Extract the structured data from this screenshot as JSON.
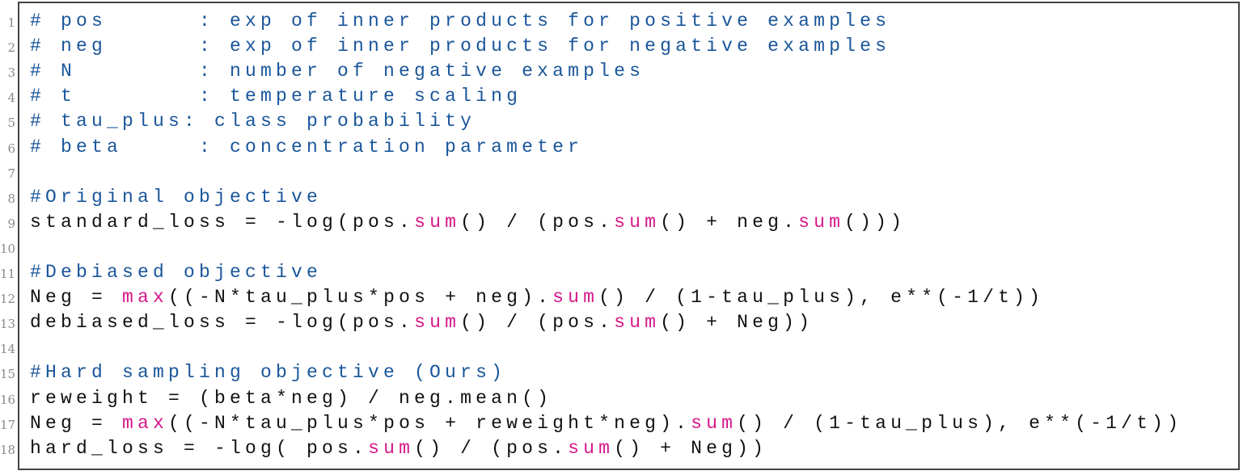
{
  "document": {
    "kind": "code-listing",
    "colors": {
      "comment": "#1a569a",
      "builtin": "#d6188a",
      "text": "#111111",
      "line_number": "#8a8a8a",
      "border": "#444444"
    },
    "lines": [
      {
        "n": "1",
        "tokens": [
          {
            "t": "# pos      : exp of inner products for positive examples",
            "c": "comment"
          }
        ]
      },
      {
        "n": "2",
        "tokens": [
          {
            "t": "# neg      : exp of inner products for negative examples",
            "c": "comment"
          }
        ]
      },
      {
        "n": "3",
        "tokens": [
          {
            "t": "# N        : number of negative examples",
            "c": "comment"
          }
        ]
      },
      {
        "n": "4",
        "tokens": [
          {
            "t": "# t        : temperature scaling",
            "c": "comment"
          }
        ]
      },
      {
        "n": "5",
        "tokens": [
          {
            "t": "# tau_plus: class probability",
            "c": "comment"
          }
        ]
      },
      {
        "n": "6",
        "tokens": [
          {
            "t": "# beta     : concentration parameter",
            "c": "comment"
          }
        ]
      },
      {
        "n": "7",
        "tokens": []
      },
      {
        "n": "8",
        "tokens": [
          {
            "t": "#Original objective",
            "c": "comment"
          }
        ]
      },
      {
        "n": "9",
        "tokens": [
          {
            "t": "standard_loss = -log(pos.",
            "c": "plain"
          },
          {
            "t": "sum",
            "c": "keyword"
          },
          {
            "t": "() / (pos.",
            "c": "plain"
          },
          {
            "t": "sum",
            "c": "keyword"
          },
          {
            "t": "() + neg.",
            "c": "plain"
          },
          {
            "t": "sum",
            "c": "keyword"
          },
          {
            "t": "()))",
            "c": "plain"
          }
        ]
      },
      {
        "n": "10",
        "tokens": []
      },
      {
        "n": "11",
        "tokens": [
          {
            "t": "#Debiased objective",
            "c": "comment"
          }
        ]
      },
      {
        "n": "12",
        "tokens": [
          {
            "t": "Neg = ",
            "c": "plain"
          },
          {
            "t": "max",
            "c": "keyword"
          },
          {
            "t": "((-N*tau_plus*pos + neg).",
            "c": "plain"
          },
          {
            "t": "sum",
            "c": "keyword"
          },
          {
            "t": "() / (1-tau_plus), e**(-1/t))",
            "c": "plain"
          }
        ]
      },
      {
        "n": "13",
        "tokens": [
          {
            "t": "debiased_loss = -log(pos.",
            "c": "plain"
          },
          {
            "t": "sum",
            "c": "keyword"
          },
          {
            "t": "() / (pos.",
            "c": "plain"
          },
          {
            "t": "sum",
            "c": "keyword"
          },
          {
            "t": "() + Neg))",
            "c": "plain"
          }
        ]
      },
      {
        "n": "14",
        "tokens": []
      },
      {
        "n": "15",
        "tokens": [
          {
            "t": "#Hard sampling objective (Ours)",
            "c": "comment"
          }
        ]
      },
      {
        "n": "16",
        "tokens": [
          {
            "t": "reweight = (beta*neg) / neg.mean()",
            "c": "plain"
          }
        ]
      },
      {
        "n": "17",
        "tokens": [
          {
            "t": "Neg = ",
            "c": "plain"
          },
          {
            "t": "max",
            "c": "keyword"
          },
          {
            "t": "((-N*tau_plus*pos + reweight*neg).",
            "c": "plain"
          },
          {
            "t": "sum",
            "c": "keyword"
          },
          {
            "t": "() / (1-tau_plus), e**(-1/t))",
            "c": "plain"
          }
        ]
      },
      {
        "n": "18",
        "tokens": [
          {
            "t": "hard_loss = -log( pos.",
            "c": "plain"
          },
          {
            "t": "sum",
            "c": "keyword"
          },
          {
            "t": "() / (pos.",
            "c": "plain"
          },
          {
            "t": "sum",
            "c": "keyword"
          },
          {
            "t": "() + Neg))",
            "c": "plain"
          }
        ]
      }
    ]
  }
}
